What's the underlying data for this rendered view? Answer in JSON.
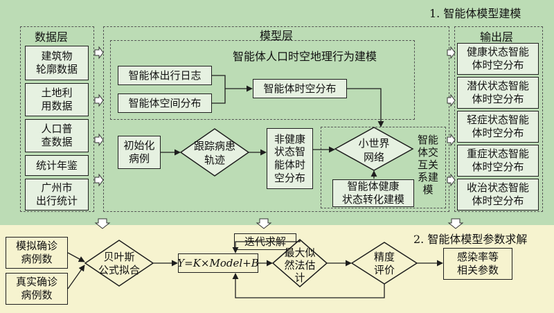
{
  "stage1_title": "1. 智能体模型建模",
  "stage2_title": "2. 智能体模型参数求解",
  "data_layer": {
    "title": "数据层",
    "items": [
      [
        "建筑物",
        "轮廓数据"
      ],
      [
        "土地利",
        "用数据"
      ],
      [
        "人口普",
        "查数据"
      ],
      [
        "统计年鉴"
      ],
      [
        "广州市",
        "出行统计"
      ]
    ]
  },
  "model_layer": {
    "title": "模型层",
    "spatiotemporal_title": "智能体人口时空地理行为建模",
    "travel_log": "智能体出行日志",
    "space_distribution": "智能体空间分布",
    "spatiotemporal_distribution": "智能体时空分布",
    "init_cases": [
      "初始化",
      "病例"
    ],
    "track_patient": [
      "跟踪病患",
      "轨迹"
    ],
    "non_healthy": [
      "非健康",
      "状态智",
      "能体时",
      "空分布"
    ],
    "small_world": [
      "小世界",
      "网络"
    ],
    "health_transition": [
      "智能体健康",
      "状态转化建模"
    ],
    "interaction_label": [
      "智能",
      "体交",
      "互关",
      "系建",
      "模"
    ]
  },
  "output_layer": {
    "title": "输出层",
    "items": [
      [
        "健康状态智能",
        "体时空分布"
      ],
      [
        "潜伏状态智能",
        "体时空分布"
      ],
      [
        "轻症状态智能",
        "体时空分布"
      ],
      [
        "重症状态智能",
        "体时空分布"
      ],
      [
        "收治状态智能",
        "体时空分布"
      ]
    ]
  },
  "solve": {
    "simulated_cases": [
      "模拟确诊",
      "病例数"
    ],
    "real_cases": [
      "真实确诊",
      "病例数"
    ],
    "bayes_fit": [
      "贝叶斯",
      "公式拟合"
    ],
    "equation": "Y=K×Model+B",
    "iterative": "迭代求解",
    "mle": [
      "最大似",
      "然法估",
      "计"
    ],
    "accuracy": [
      "精度",
      "评价"
    ],
    "infection_params": [
      "感染率等",
      "相关参数"
    ]
  },
  "colors": {
    "stage1_bg": "#bcdcb5",
    "stage2_bg": "#f6f3cf",
    "box_fill": "#e6f1e1",
    "stroke": "#1e1e1e"
  }
}
